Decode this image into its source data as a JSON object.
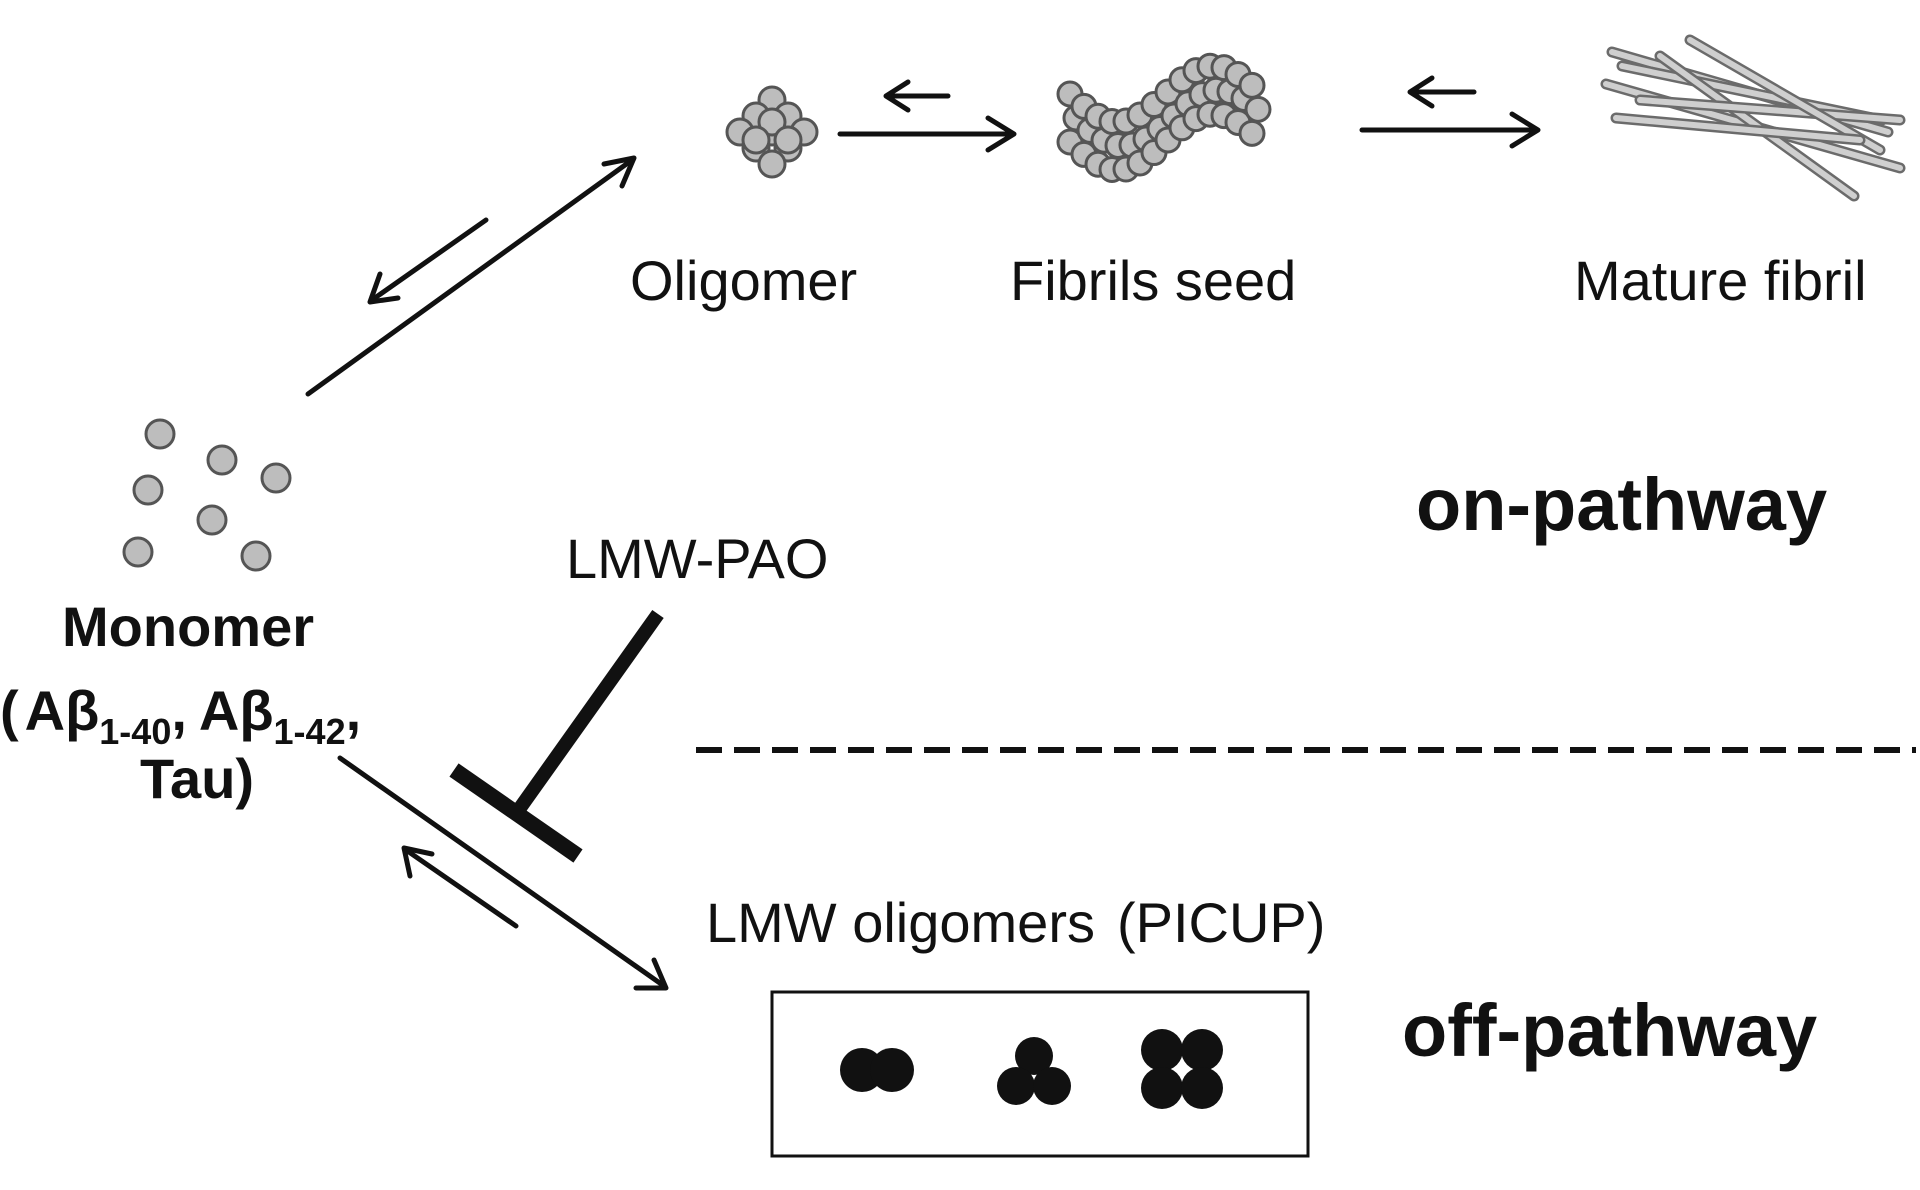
{
  "labels": {
    "oligomer": "Oligomer",
    "fibrils_seed": "Fibrils seed",
    "mature_fibril": "Mature fibril",
    "monomer": "Monomer",
    "monomer_open_paren": "(",
    "abeta1": "Aβ",
    "abeta1_sub": "1-40",
    "comma1": ",",
    "abeta2": "Aβ",
    "abeta2_sub": "1-42",
    "comma2": ",",
    "tau": "Tau)",
    "inhibitor": "LMW-PAO",
    "lmw_oligomers": "LMW oligomers",
    "picup": "(PICUP)",
    "on_pathway": "on-pathway",
    "off_pathway": "off-pathway"
  },
  "colors": {
    "ink": "#111111",
    "bead_fill": "#bdbdbd",
    "bead_stroke": "#555555",
    "rod_fill": "#cfcfcf",
    "rod_stroke": "#6b6b6b"
  }
}
